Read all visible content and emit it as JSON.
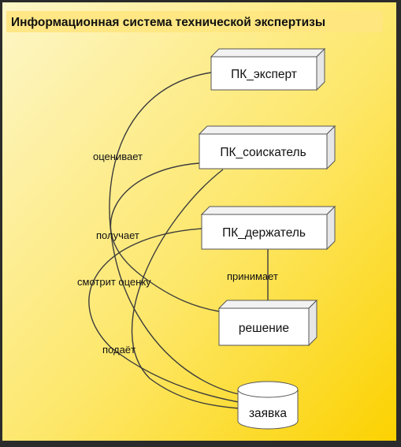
{
  "title": "Информационная система технической экспертизы",
  "colors": {
    "frame_dark": "#2b2b2b",
    "bg_top": "#fdf6c8",
    "bg_bottom": "#fcd200",
    "title_band": "#ffe680",
    "node_front": "#ffffff",
    "node_side": "#e6e6e6",
    "line": "#3c3c3c",
    "text": "#111111"
  },
  "nodes": [
    {
      "id": "expert",
      "label": "ПК_эксперт",
      "shape": "box"
    },
    {
      "id": "applicant",
      "label": "ПК_соискатель",
      "shape": "box"
    },
    {
      "id": "holder",
      "label": "ПК_держатель",
      "shape": "box"
    },
    {
      "id": "decision",
      "label": "решение",
      "shape": "box"
    },
    {
      "id": "application",
      "label": "заявка",
      "shape": "cylinder"
    }
  ],
  "edges": [
    {
      "id": "evaluates",
      "from": "expert",
      "to": "application",
      "label": "оценивает"
    },
    {
      "id": "receives",
      "from": "applicant",
      "to": "decision",
      "label": "получает"
    },
    {
      "id": "views-score",
      "from": "holder",
      "to": "application",
      "label": "смотрит оценку"
    },
    {
      "id": "submits",
      "from": "applicant",
      "to": "application",
      "label": "подаёт"
    },
    {
      "id": "accepts",
      "from": "holder",
      "to": "decision",
      "label": "принимает"
    }
  ]
}
